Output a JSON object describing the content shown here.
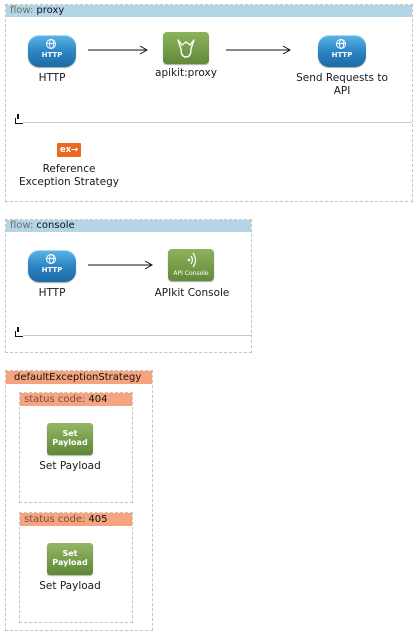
{
  "flows": {
    "proxy": {
      "header_label": "flow:",
      "name": "proxy",
      "nodes": {
        "http": {
          "icon_text": "HTTP",
          "label": "HTTP"
        },
        "apikit": {
          "label": "apikit:proxy"
        },
        "send": {
          "icon_text": "HTTP",
          "label_line1": "Send Requests to",
          "label_line2": "API"
        }
      },
      "exception": {
        "icon_text": "ex→",
        "label_line1": "Reference",
        "label_line2": "Exception Strategy"
      }
    },
    "console": {
      "header_label": "flow:",
      "name": "console",
      "nodes": {
        "http": {
          "icon_text": "HTTP",
          "label": "HTTP"
        },
        "apikit_console": {
          "icon_text": "API Console",
          "label": "APIkit Console"
        }
      }
    }
  },
  "exception_strategy": {
    "name": "defaultExceptionStrategy",
    "status_label": "status code:",
    "cases": [
      {
        "code": "404",
        "icon_line1": "Set",
        "icon_line2": "Payload",
        "label": "Set Payload"
      },
      {
        "code": "405",
        "icon_line1": "Set",
        "icon_line2": "Payload",
        "label": "Set Payload"
      }
    ]
  },
  "colors": {
    "flow_header": "#b4d5e6",
    "exception_header": "#f5a47f",
    "http_blue": "#2c86c4",
    "processor_green": "#6e9540",
    "exception_icon": "#ea6a22"
  }
}
